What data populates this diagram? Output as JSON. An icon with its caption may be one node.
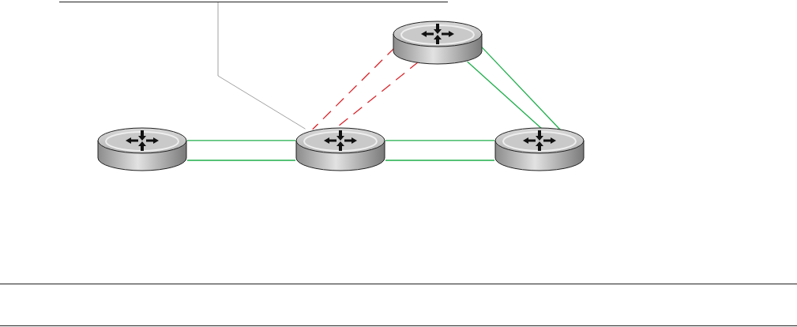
{
  "diagram": {
    "nodes": [
      {
        "text": [],
        "shape": "cylinder"
      },
      {
        "text": [],
        "shape": "cylinder"
      },
      {
        "text": [],
        "shape": "cylinder"
      },
      {
        "text": [],
        "shape": "cylinder"
      }
    ],
    "edges": [
      {
        "from": 1,
        "to": 2,
        "arrow": "none"
      },
      {
        "from": 1,
        "to": 2,
        "arrow": "none"
      },
      {
        "from": 2,
        "to": 3,
        "arrow": "none"
      },
      {
        "from": 2,
        "to": 3,
        "arrow": "none"
      },
      {
        "from": 0,
        "to": 3,
        "arrow": "none"
      },
      {
        "from": 0,
        "to": 3,
        "arrow": "none"
      },
      {
        "from": 0,
        "to": 2,
        "arrow": "none",
        "style": "dashed",
        "color": "#d9262c"
      },
      {
        "from": 0,
        "to": 2,
        "arrow": "none",
        "style": "dashed",
        "color": "#d9262c"
      },
      {
        "from": null,
        "to": 2,
        "arrow": "none",
        "color": "#8a8a8a"
      }
    ]
  }
}
